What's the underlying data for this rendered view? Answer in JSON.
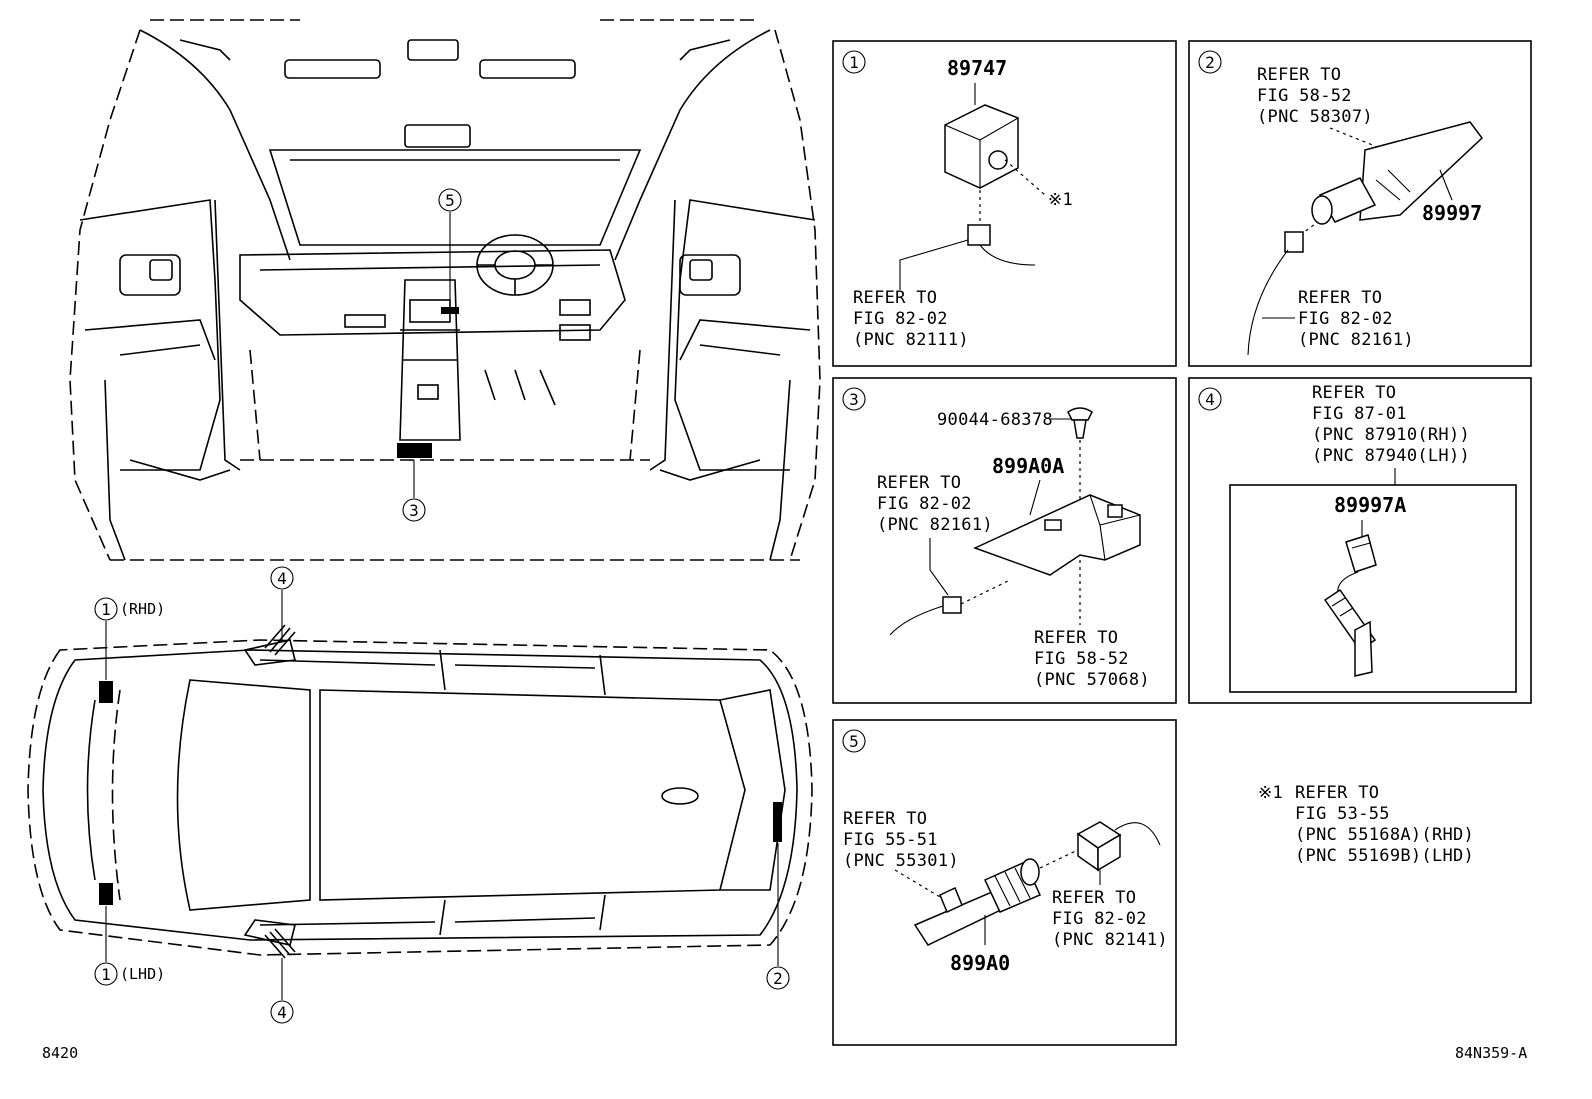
{
  "page": {
    "left_code": "8420",
    "right_code": "84N359-A"
  },
  "overview": {
    "callout_5": "5",
    "callout_3": "3",
    "callout_4_top": "4",
    "callout_4_bottom": "4",
    "callout_1_rhd": "1",
    "callout_1_lhd": "1",
    "callout_2": "2",
    "rhd_label": "(RHD)",
    "lhd_label": "(LHD)"
  },
  "panels": {
    "p1": {
      "number": "1",
      "part_number": "89747",
      "note_mark": "※1",
      "refer": [
        "REFER TO",
        "FIG 82-02",
        "(PNC 82111)"
      ]
    },
    "p2": {
      "number": "2",
      "part_number": "89997",
      "refer_top": [
        "REFER TO",
        "FIG 58-52",
        "(PNC 58307)"
      ],
      "refer_bottom": [
        "REFER TO",
        "FIG 82-02",
        "(PNC 82161)"
      ]
    },
    "p3": {
      "number": "3",
      "clip_number": "90044-68378",
      "part_number": "899A0A",
      "refer_left": [
        "REFER TO",
        "FIG 82-02",
        "(PNC 82161)"
      ],
      "refer_bottom": [
        "REFER TO",
        "FIG 58-52",
        "(PNC 57068)"
      ]
    },
    "p4": {
      "number": "4",
      "part_number": "89997A",
      "refer": [
        "REFER TO",
        "FIG 87-01",
        "(PNC 87910(RH))",
        "(PNC 87940(LH))"
      ]
    },
    "p5": {
      "number": "5",
      "part_number": "899A0",
      "refer_left": [
        "REFER TO",
        "FIG 55-51",
        "(PNC 55301)"
      ],
      "refer_right": [
        "REFER TO",
        "FIG 82-02",
        "(PNC 82141)"
      ]
    }
  },
  "footnote": {
    "mark": "※1",
    "lines": [
      "REFER TO",
      "FIG 53-55",
      "(PNC 55168A)(RHD)",
      "(PNC 55169B)(LHD)"
    ]
  }
}
